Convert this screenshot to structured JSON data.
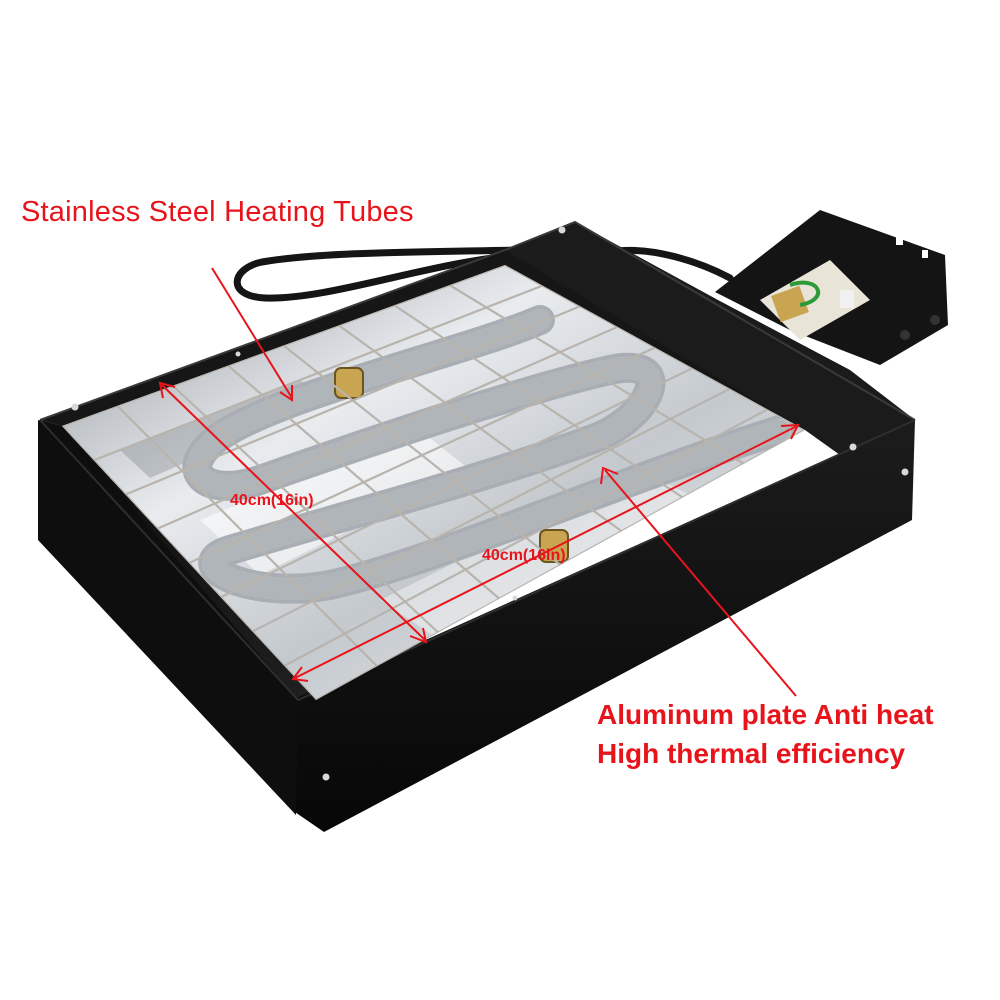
{
  "product": {
    "callouts": {
      "heating_tubes": "Stainless Steel Heating Tubes",
      "plate_line1": "Aluminum plate Anti heat",
      "plate_line2": "High thermal efficiency"
    },
    "dimensions": {
      "depth": "40cm(16in)",
      "width": "40cm(16in)"
    },
    "colors": {
      "annotation": "#e8141b",
      "housing": "#101010",
      "plate": "#d6d9dc",
      "tubes": "#c8ccd1",
      "grid": "#b8b4ad",
      "clamp": "#c9a552"
    }
  }
}
